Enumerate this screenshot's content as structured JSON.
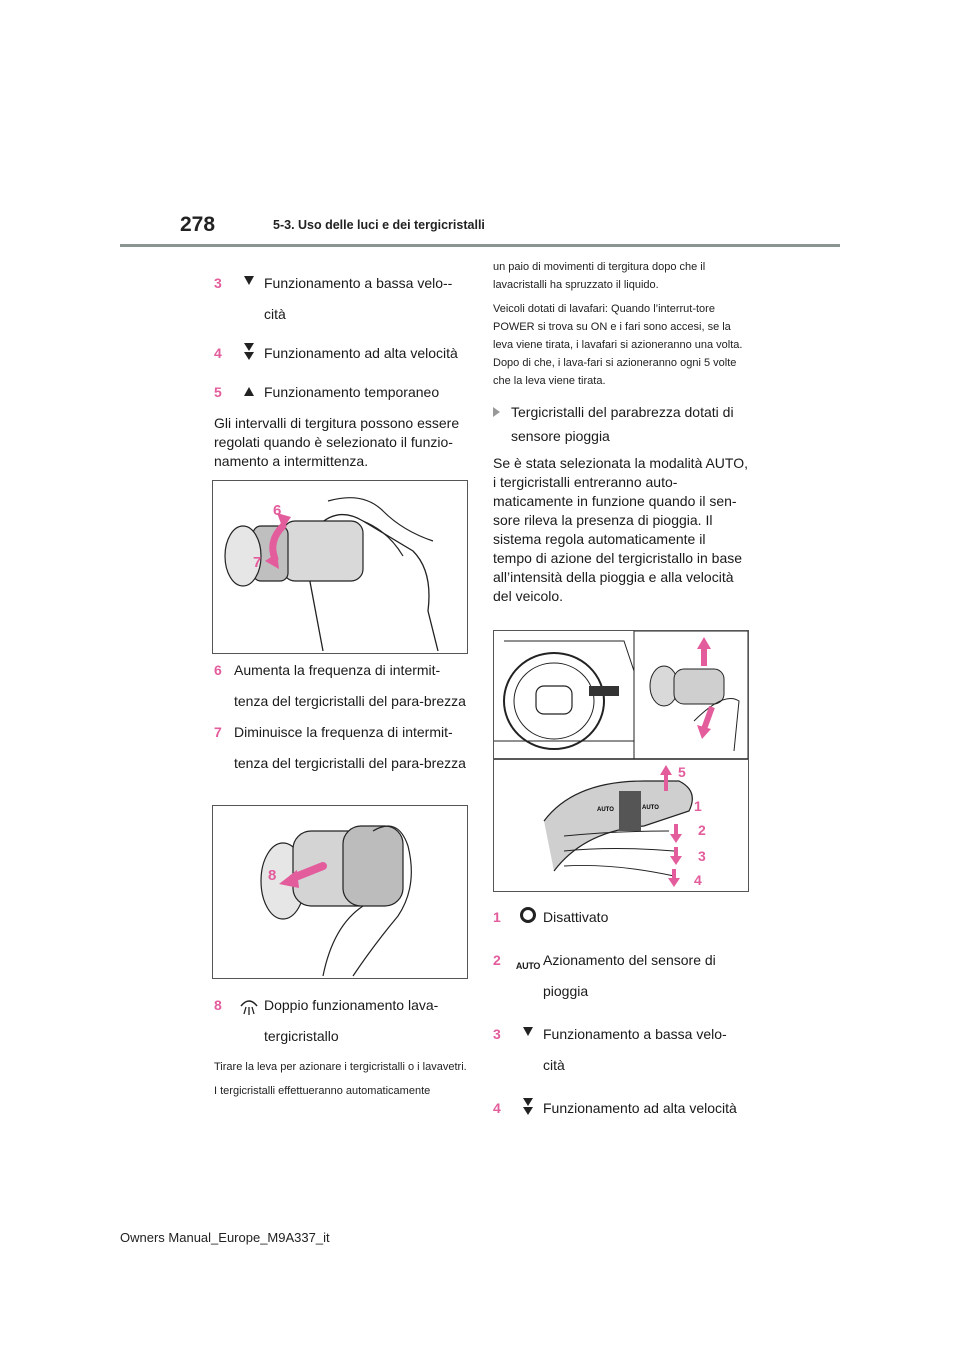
{
  "header": {
    "page_number": "278",
    "section_title": "5-3. Uso delle luci e dei tergicristalli"
  },
  "left_column": {
    "item3": {
      "num": "3",
      "icon": "low-speed-icon",
      "text": "Funzionamento a bassa velo-­cità"
    },
    "item4": {
      "num": "4",
      "icon": "high-speed-icon",
      "text": "Funzionamento ad alta velocità"
    },
    "item5": {
      "num": "5",
      "icon": "temporary-icon",
      "text": "Funzionamento temporaneo"
    },
    "para_intervals": "Gli intervalli di tergitura possono essere regolati quando è selezionato il funzio-namento a intermittenza.",
    "figure1_labels": [
      "6",
      "7"
    ],
    "item6": {
      "num": "6",
      "text": "Aumenta la frequenza di intermit-tenza del tergicristalli del para-brezza"
    },
    "item7": {
      "num": "7",
      "text": "Diminuisce la frequenza di intermit-tenza del tergicristalli del para-brezza"
    },
    "figure2_labels": [
      "8"
    ],
    "item8": {
      "num": "8",
      "icon": "washer-icon",
      "text": "Doppio funzionamento lava-tergicristallo"
    },
    "small1": "Tirare la leva per azionare i tergicristalli o i lavavetri.",
    "small2": "I tergicristalli effettueranno automaticamente"
  },
  "right_column": {
    "small_cont": "un paio di movimenti di tergitura dopo che il lavacristalli ha spruzzato il liquido.",
    "small_note": "Veicoli dotati di lavafari: Quando l’interrut-tore POWER si trova su ON e i fari sono accesi, se la leva viene tirata, i lavafari si azioneranno una volta. Dopo di che, i lava-fari si azioneranno ogni 5 volte che la leva viene tirata.",
    "bullet_rain": "Tergicristalli del parabrezza dotati di sensore pioggia",
    "para_auto": "Se è stata selezionata la modalità AUTO, i tergicristalli entreranno auto-maticamente in funzione quando il sen-sore rileva la presenza di pioggia. Il sistema regola automaticamente il tempo di azione del tergicristallo in base all’intensità della pioggia e alla velocità del veicolo.",
    "figure3_labels": [
      "5",
      "1",
      "2",
      "3",
      "4"
    ],
    "figure3_auto": [
      "AUTO",
      "AUTO"
    ],
    "item1": {
      "num": "1",
      "icon": "off-icon",
      "text": "Disattivato"
    },
    "item2": {
      "num": "2",
      "icon_text": "AUTO",
      "text": "Azionamento del sensore di pioggia"
    },
    "item3": {
      "num": "3",
      "icon": "low-speed-icon",
      "text": "Funzionamento a bassa velo-cità"
    },
    "item4": {
      "num": "4",
      "icon": "high-speed-icon",
      "text": "Funzionamento ad alta velocità"
    }
  },
  "footer": {
    "text": "Owners Manual_Europe_M9A337_it"
  },
  "colors": {
    "accent": "#e35c9c",
    "rule": "#8a9490"
  }
}
